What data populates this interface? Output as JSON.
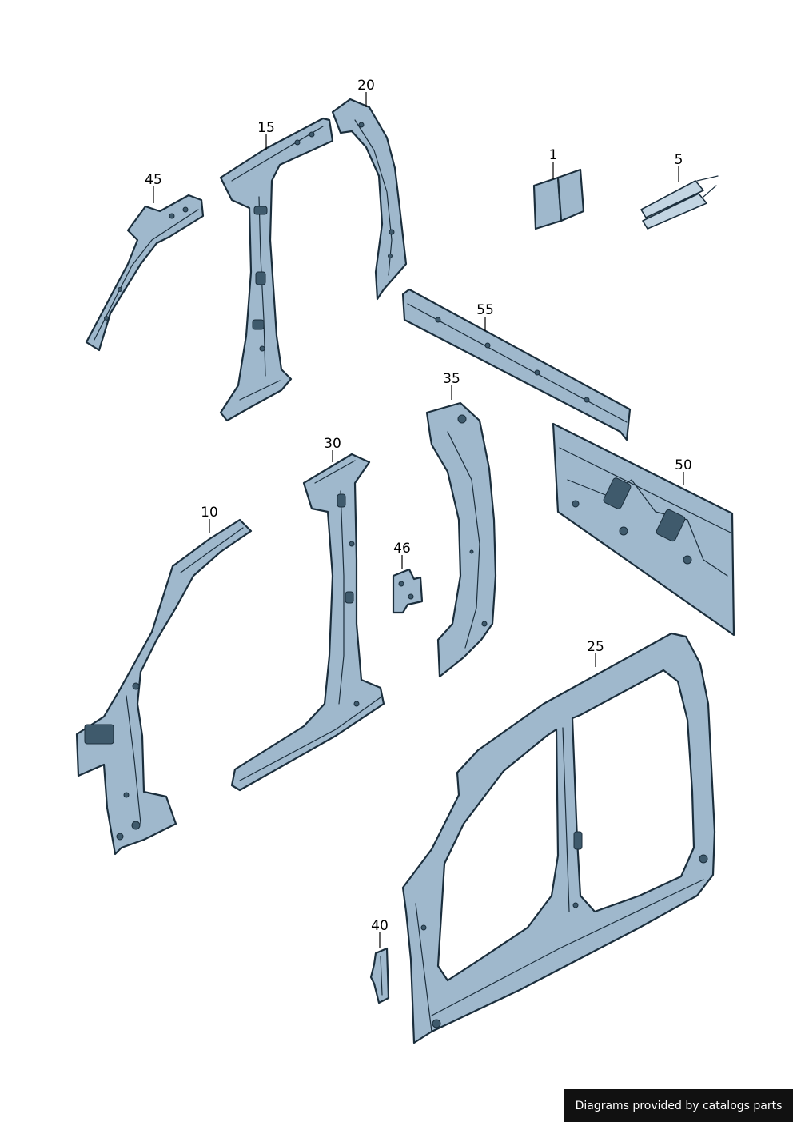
{
  "diagram": {
    "parts": [
      {
        "id": "p1",
        "number": "1"
      },
      {
        "id": "p5",
        "number": "5"
      },
      {
        "id": "p10",
        "number": "10"
      },
      {
        "id": "p15",
        "number": "15"
      },
      {
        "id": "p20",
        "number": "20"
      },
      {
        "id": "p25",
        "number": "25"
      },
      {
        "id": "p30",
        "number": "30"
      },
      {
        "id": "p35",
        "number": "35"
      },
      {
        "id": "p40",
        "number": "40"
      },
      {
        "id": "p45",
        "number": "45"
      },
      {
        "id": "p46",
        "number": "46"
      },
      {
        "id": "p50",
        "number": "50"
      },
      {
        "id": "p55",
        "number": "55"
      }
    ]
  },
  "footer": {
    "credit": "Diagrams provided by catalogs parts"
  },
  "colors": {
    "part_fill": "#9fb8cc",
    "part_stroke": "#1b2e3c",
    "badge_bg": "#111111"
  }
}
